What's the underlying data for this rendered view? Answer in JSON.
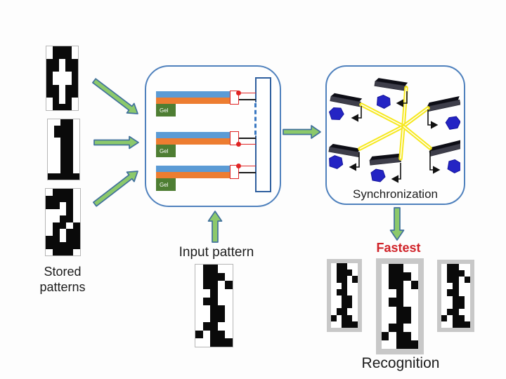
{
  "figure": {
    "background": "#fdfdfd"
  },
  "colors": {
    "panel_border": "#4f81bd",
    "cantilever_top_blue": "#5b9bd5",
    "cantilever_bottom_orange": "#ed7d31",
    "gel_green": "#4e7e33",
    "wire_red": "#e02424",
    "wire_black": "#1a1a1a",
    "dashed_blue": "#3a78c2",
    "coupling_yellow": "#f6e81e",
    "oscillator_gel_blue": "#2424c4",
    "beam_dark_gray": "#3e3e4a",
    "arrow_fill_green": "#8cc96b",
    "arrow_outline_blue": "#41719c",
    "fastest_red": "#d0242a",
    "result_frame_gray": "#c8c8c8",
    "pattern_ink": "#0a0a0a"
  },
  "stored_patterns": {
    "label": [
      "Stored",
      "patterns"
    ],
    "digits": [
      {
        "name": "digit-0",
        "grid": [
          "01110",
          "01110",
          "11011",
          "11011",
          "10001",
          "10001",
          "11011",
          "11011",
          "01010",
          "01110"
        ]
      },
      {
        "name": "digit-1",
        "grid": [
          "00110",
          "01110",
          "01110",
          "00110",
          "00110",
          "00110",
          "00110",
          "00110",
          "00110",
          "11111"
        ]
      },
      {
        "name": "digit-2",
        "grid": [
          "01110",
          "11110",
          "11010",
          "00010",
          "00110",
          "01101",
          "01011",
          "11011",
          "11111",
          "01110"
        ]
      }
    ]
  },
  "sensor_array": {
    "gel_label": "Gel",
    "unit_count": 3
  },
  "input_pattern": {
    "label": "Input pattern",
    "grid": [
      "01100",
      "01110",
      "01101",
      "00100",
      "01100",
      "00110",
      "00110",
      "01100",
      "10110",
      "00111"
    ]
  },
  "synchronization": {
    "label": "Synchronization",
    "oscillator_count": 6
  },
  "results": {
    "fastest_label": "Fastest",
    "recognition_label": "Recognition",
    "candidates": [
      {
        "id": "left",
        "fastest": false
      },
      {
        "id": "center",
        "fastest": true
      },
      {
        "id": "right",
        "fastest": false
      }
    ]
  }
}
